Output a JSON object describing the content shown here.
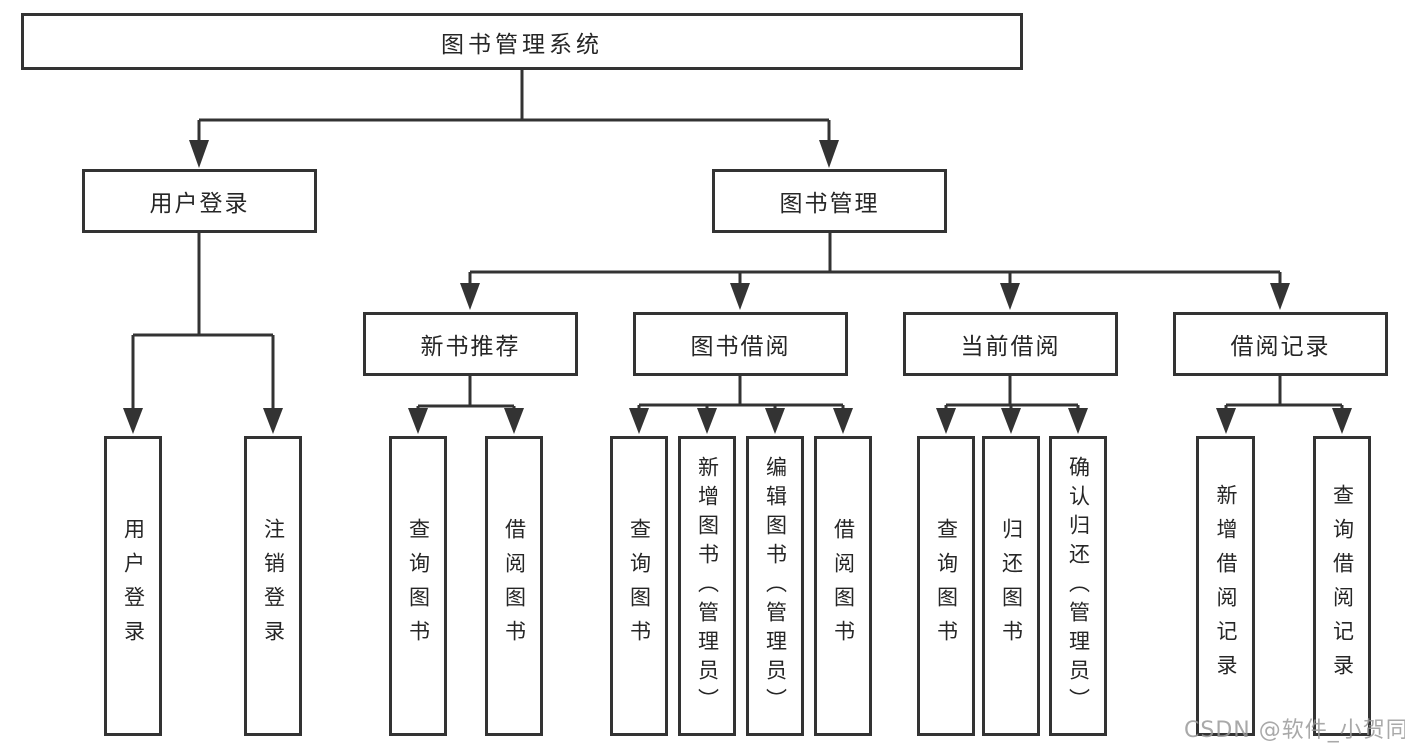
{
  "title": "图书管理系统",
  "nodes": {
    "root": "图书管理系统",
    "l2": [
      "用户登录",
      "图书管理"
    ],
    "l3": [
      "新书推荐",
      "图书借阅",
      "当前借阅",
      "借阅记录"
    ],
    "l4_user_login": [
      "用户登录",
      "注销登录"
    ],
    "l4_new_book": [
      "查询图书",
      "借阅图书"
    ],
    "l4_book_borrow": [
      "查询图书",
      "新增图书（管理员）",
      "编辑图书（管理员）",
      "借阅图书"
    ],
    "l4_current_borrow": [
      "查询图书",
      "归还图书",
      "确认归还（管理员）"
    ],
    "l4_borrow_record": [
      "新增借阅记录",
      "查询借阅记录"
    ]
  },
  "watermark": "CSDN @软件_小贺同学",
  "colors": {
    "line": "#333333",
    "text": "#262626",
    "watermark": "#9b9b9b",
    "background": "#ffffff"
  }
}
